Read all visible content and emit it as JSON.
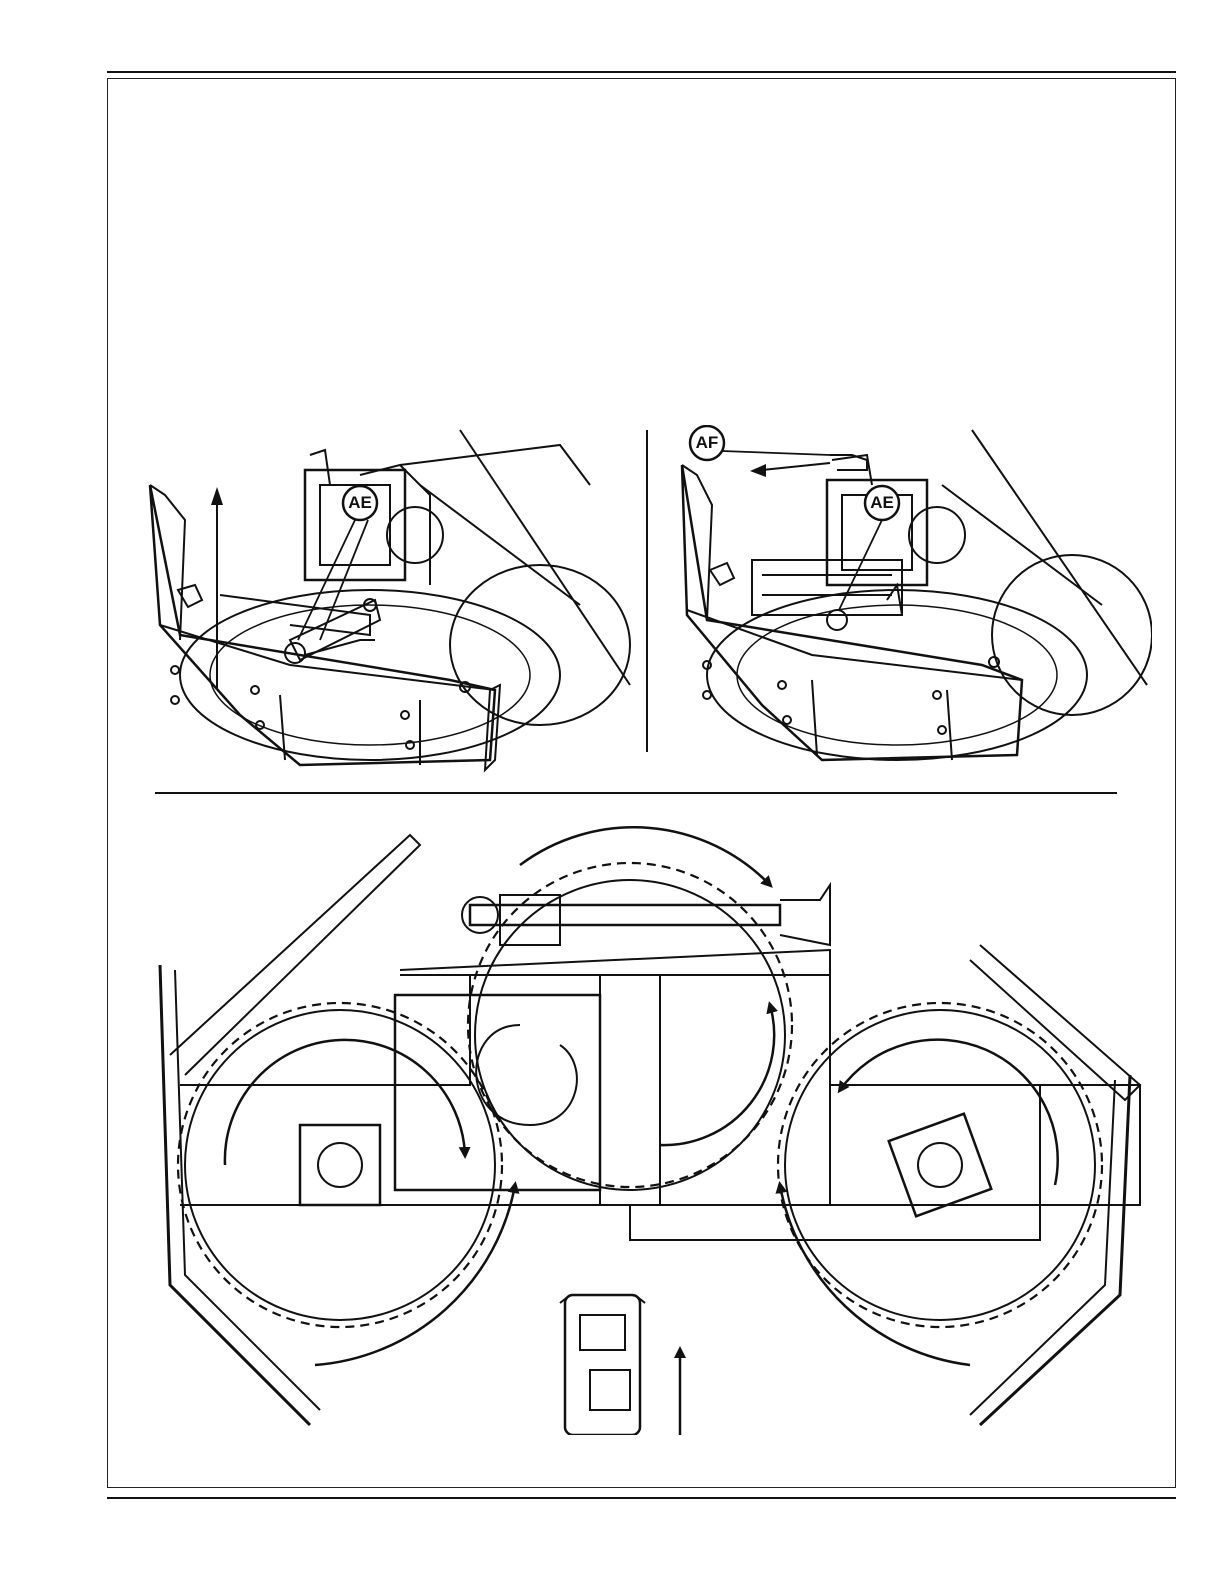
{
  "callouts": {
    "ae_left": "AE",
    "ae_right": "AE",
    "af": "AF"
  },
  "colors": {
    "ink": "#111111",
    "paper": "#ffffff"
  }
}
